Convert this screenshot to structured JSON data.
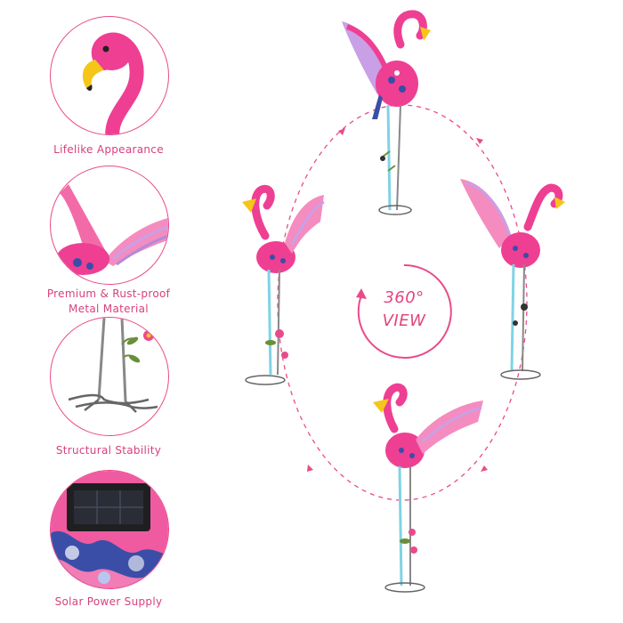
{
  "features": [
    {
      "label": "Lifelike Appearance"
    },
    {
      "label": "Premium & Rust-proof"
    },
    {
      "label": "Metal Material"
    },
    {
      "label": "Structural Stability"
    },
    {
      "label": "Solar Power Supply"
    }
  ],
  "view": {
    "line1": "360°",
    "line2": "VIEW"
  },
  "colors": {
    "accent": "#e94b8a",
    "flamingo_pink": "#ee3f93",
    "beak": "#f5c518",
    "leg_blue": "#7fd3e6"
  }
}
